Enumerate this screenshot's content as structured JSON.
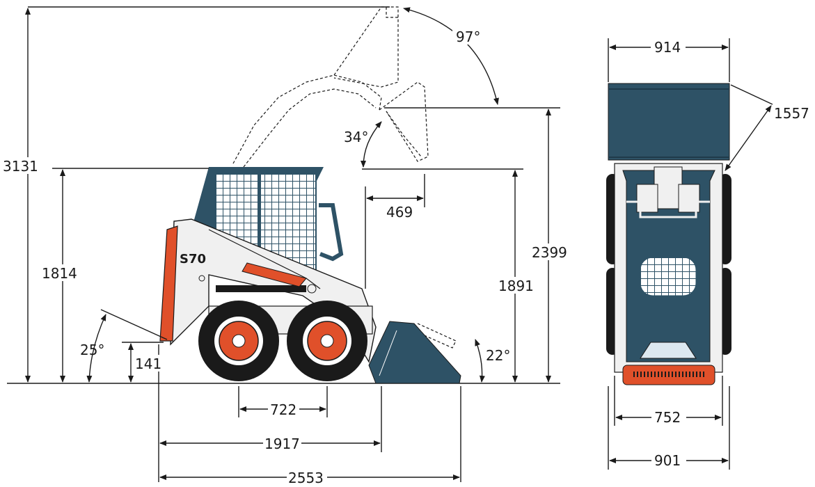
{
  "model": "S70",
  "colors": {
    "body": "#2e5266",
    "body_dark": "#1f3a4a",
    "frame": "#f0f0f0",
    "accent": "#e0502a",
    "tire": "#1a1a1a",
    "hub": "#e0502a"
  },
  "dimensions": {
    "overall_height_raised": "3131",
    "cab_height": "1814",
    "ground_clearance": "141",
    "departure_angle": "25°",
    "wheelbase": "722",
    "length_without_bucket": "1917",
    "length_with_bucket": "2553",
    "dump_reach": "469",
    "dump_height": "1891",
    "hinge_pin_height": "2399",
    "rollback_angle": "22°",
    "dump_angle": "34°",
    "raised_rollback_angle": "97°",
    "bucket_width": "914",
    "turning_diameter": "1557",
    "track_width": "752",
    "overall_width": "901"
  }
}
